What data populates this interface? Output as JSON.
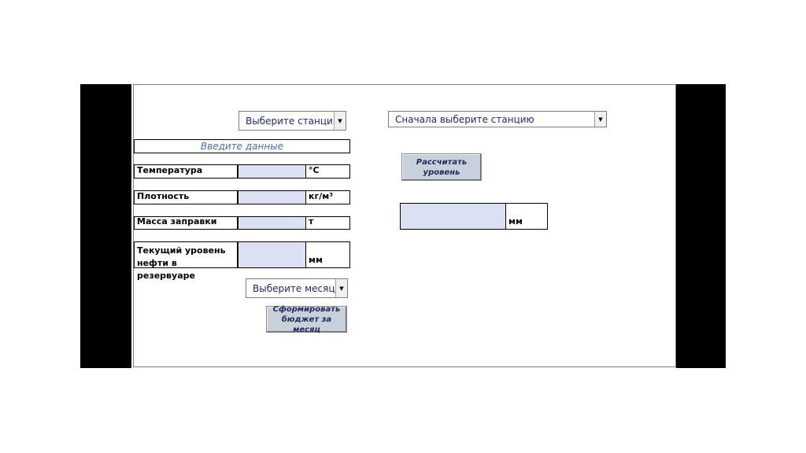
{
  "station_select": {
    "value": "Выберите станцию"
  },
  "station_detail_select": {
    "value": "Сначала выберите станцию"
  },
  "banner": "Введите данные",
  "fields": [
    {
      "label": "Температура",
      "unit": "°C"
    },
    {
      "label": "Плотность",
      "unit": "кг/м³"
    },
    {
      "label": "Масса заправки",
      "unit": "т"
    },
    {
      "label": "Текущий уровень\nнефти в резервуаре",
      "unit": "мм"
    }
  ],
  "month_select": {
    "value": "Выберите месяц"
  },
  "buttons": {
    "calc_level": "Рассчитать\nуровень",
    "budget": "Сформировать\nбюджет за месяц"
  },
  "result": {
    "unit": "мм"
  },
  "colors": {
    "input_fill": "#dbe0f3",
    "button_fill": "#c8d0dc",
    "combo_text": "#1f2a6e",
    "banner_text": "#4a6fb0"
  },
  "icons": {
    "dropdown": "triangle-down-icon"
  }
}
